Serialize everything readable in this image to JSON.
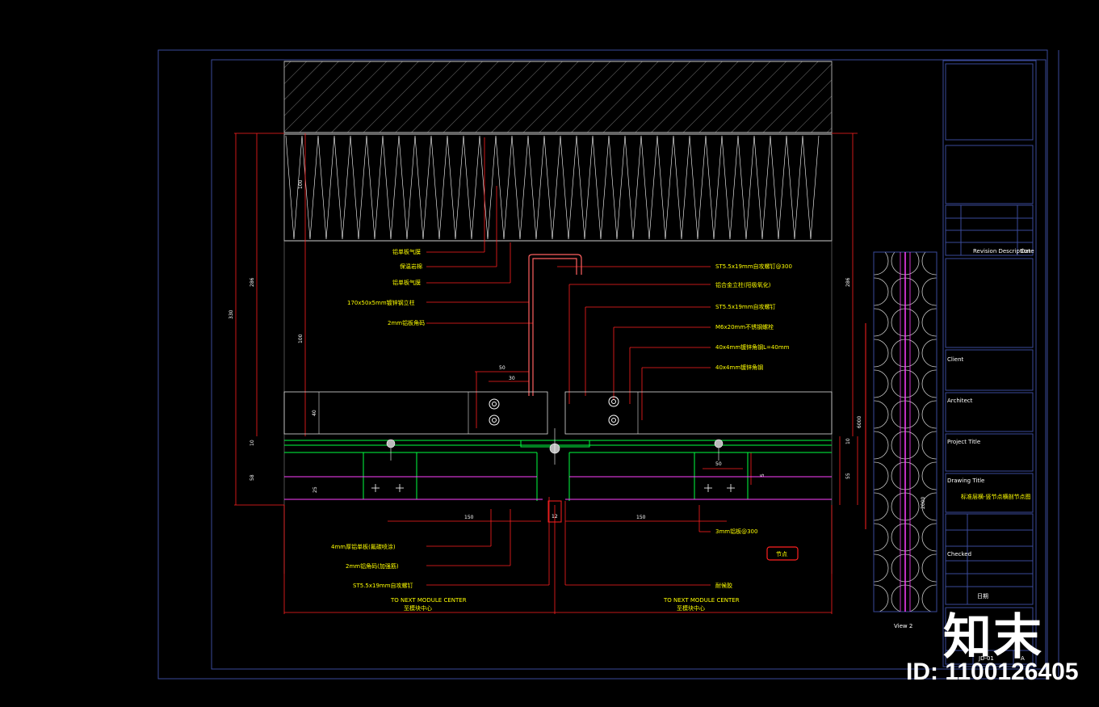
{
  "drawing": {
    "left_callouts": [
      {
        "id": "lc1",
        "text": "铝单板气膜"
      },
      {
        "id": "lc2",
        "text": "保温岩棉"
      },
      {
        "id": "lc3",
        "text": "铝单板气膜"
      },
      {
        "id": "lc4",
        "text": "170x50x5mm镀锌钢立柱"
      },
      {
        "id": "lc5",
        "text": "2mm铝板角码"
      }
    ],
    "right_callouts": [
      {
        "id": "rc1",
        "text": "ST5.5x19mm自攻螺钉@300"
      },
      {
        "id": "rc2",
        "text": "铝合金立柱(阳极氧化)"
      },
      {
        "id": "rc3",
        "text": "ST5.5x19mm自攻螺钉"
      },
      {
        "id": "rc4",
        "text": "M6x20mm不锈钢螺栓"
      },
      {
        "id": "rc5",
        "text": "40x4mm镀锌角钢L=40mm"
      },
      {
        "id": "rc6",
        "text": "40x4mm镀锌角钢"
      }
    ],
    "bottom_left_callouts": [
      {
        "id": "bc1",
        "text": "4mm厚铝单板(氟碳喷涂)"
      },
      {
        "id": "bc2",
        "text": "2mm铝角码(加强筋)"
      },
      {
        "id": "bc3",
        "text": "ST5.5x19mm自攻螺钉"
      }
    ],
    "bottom_right_callouts": [
      {
        "id": "bc4",
        "text": "3mm铝板@300"
      },
      {
        "id": "bc5",
        "text": "耐候胶"
      }
    ],
    "dimensions": {
      "overall_height": "330",
      "upper_left": "100",
      "mid_left": "286",
      "mid_left2": "100",
      "lower_left": "40",
      "seg1": "10",
      "seg2": "58",
      "right_286": "286",
      "right_6000": "6000",
      "right_10": "10",
      "right_55": "55",
      "top_50": "50",
      "top_30": "30",
      "small_25": "25",
      "small_5": "5",
      "bottom_150_left": "150",
      "bottom_150_right": "150",
      "gap_12": "12",
      "dim_50_right": "50"
    },
    "module_center_left": "TO NEXT MODULE CENTER",
    "module_center_left_cn": "至模块中心",
    "module_center_right": "TO NEXT MODULE CENTER",
    "module_center_right_cn": "至模块中心",
    "detail_tag": "节点",
    "view_label": "View 2",
    "side_dim": "2000"
  },
  "title_block": {
    "revision_hdr": "Revision Description",
    "date_hdr": "Date",
    "client": "Client",
    "architect": "Architect",
    "project_title": "Project Title",
    "drawing_title_lbl": "Drawing Title",
    "drawing_title": "标准层横-竖节点横剖节点图",
    "checked": "Checked",
    "date_label": "日期",
    "drawing_no": "JD-01",
    "version": "A"
  },
  "watermark": {
    "brand": "知末",
    "id": "ID: 1100126405"
  },
  "colors": {
    "background": "#000000",
    "frame": "#3a4a9a",
    "dim_red": "#ff2020",
    "callout_yellow": "#ffff00",
    "green": "#00ff40",
    "magenta": "#ff40ff",
    "white": "#ffffff"
  }
}
